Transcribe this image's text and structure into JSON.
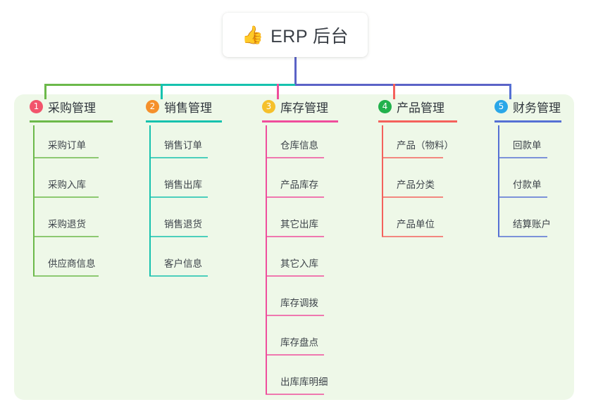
{
  "title_card": {
    "emoji": "👍",
    "emoji_name": "thumbs-up-icon",
    "text": "ERP 后台"
  },
  "canvas": {
    "panel_color": "#eef8e8",
    "background": "#ffffff",
    "stem_color": "#5b63c7"
  },
  "columns": [
    {
      "number": "1",
      "title": "采购管理",
      "badge_color": "#f2546c",
      "accent": "#6cb94a",
      "items": [
        "采购订单",
        "采购入库",
        "采购退货",
        "供应商信息"
      ]
    },
    {
      "number": "2",
      "title": "销售管理",
      "badge_color": "#f5902b",
      "accent": "#16c2ae",
      "items": [
        "销售订单",
        "销售出库",
        "销售退货",
        "客户信息"
      ]
    },
    {
      "number": "3",
      "title": "库存管理",
      "badge_color": "#f5c02b",
      "accent": "#ef4d9c",
      "items": [
        "仓库信息",
        "产品库存",
        "其它出库",
        "其它入库",
        "库存调拨",
        "库存盘点",
        "出库库明细"
      ]
    },
    {
      "number": "4",
      "title": "产品管理",
      "badge_color": "#22b14c",
      "accent": "#f4615c",
      "items": [
        "产品（物料）",
        "产品分类",
        "产品单位"
      ]
    },
    {
      "number": "5",
      "title": "财务管理",
      "badge_color": "#2aa7e8",
      "accent": "#5570d4",
      "items": [
        "回款单",
        "付款单",
        "结算账户"
      ]
    }
  ]
}
